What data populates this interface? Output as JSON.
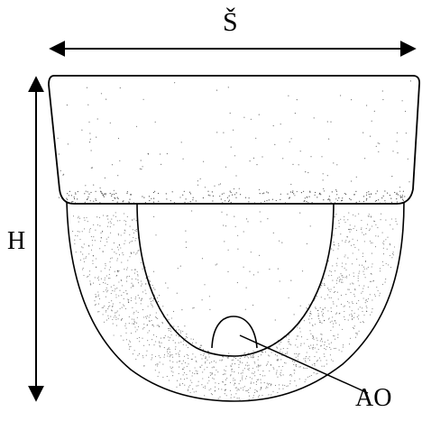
{
  "labels": {
    "width": "Š",
    "height": "H",
    "ao": "AO"
  },
  "colors": {
    "line": "#000000",
    "fill": "#ffffff",
    "stipple": "#000000"
  }
}
